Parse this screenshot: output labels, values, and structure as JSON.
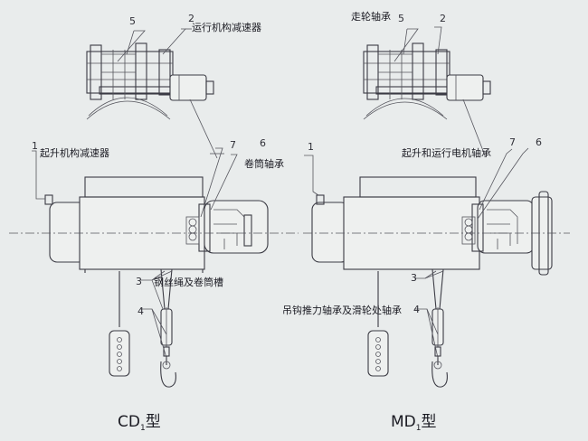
{
  "callouts": {
    "left": {
      "n1": "1",
      "n2": "2",
      "n3": "3",
      "n4": "4",
      "n5": "5",
      "n6": "6",
      "n7": "7",
      "reducer_travel": "运行机构减速器",
      "reducer_hoist": "起升机构减速器",
      "drum_bearing": "卷筒轴承",
      "rope_groove": "钢丝绳及卷筒槽"
    },
    "right": {
      "n1": "1",
      "n2": "2",
      "n3": "3",
      "n4": "4",
      "n5": "5",
      "n6": "6",
      "n7": "7",
      "wheel_bearing": "走轮轴承",
      "motor_bearing": "起升和运行电机轴承",
      "hook_bearing": "吊钩推力轴承及滑轮处轴承"
    }
  },
  "models": {
    "left": {
      "prefix": "CD",
      "subscript": "1",
      "suffix": "型"
    },
    "right": {
      "prefix": "MD",
      "subscript": "1",
      "suffix": "型"
    }
  }
}
